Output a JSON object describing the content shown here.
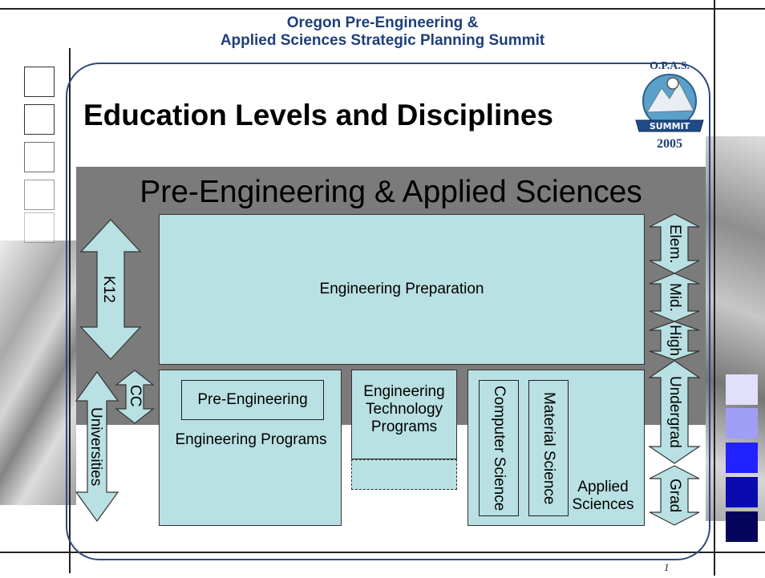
{
  "header": {
    "line1": "Oregon Pre-Engineering &",
    "line2": "Applied Sciences Strategic Planning Summit"
  },
  "logo": {
    "top_text": "O.P.A.S.",
    "banner": "SUMMIT",
    "year": "2005"
  },
  "slide": {
    "title": "Education Levels and Disciplines",
    "page_number": "1"
  },
  "diagram": {
    "band_title": "Pre-Engineering & Applied Sciences",
    "left_arrows": {
      "k12": "K12",
      "cc": "CC",
      "universities": "Universities"
    },
    "right_arrows": {
      "elem": "Elem.",
      "mid": "Mid.",
      "high": "High",
      "undergrad": "Undergrad",
      "grad": "Grad"
    },
    "boxes": {
      "engineering_preparation": "Engineering Preparation",
      "pre_engineering": "Pre-Engineering",
      "engineering_programs": "Engineering Programs",
      "engineering_technology_programs": "Engineering Technology Programs",
      "computer_science": "Computer Science",
      "material_science": "Material Science",
      "applied_sciences": "Applied Sciences"
    }
  },
  "colors": {
    "box_fill": "#b9e0e2",
    "band_gray": "#7b7b7b",
    "header_blue": "#1e3f7a",
    "swatches": [
      "#e0e0fa",
      "#9f9ff5",
      "#2222ff",
      "#0a0ab0",
      "#05055c"
    ]
  }
}
